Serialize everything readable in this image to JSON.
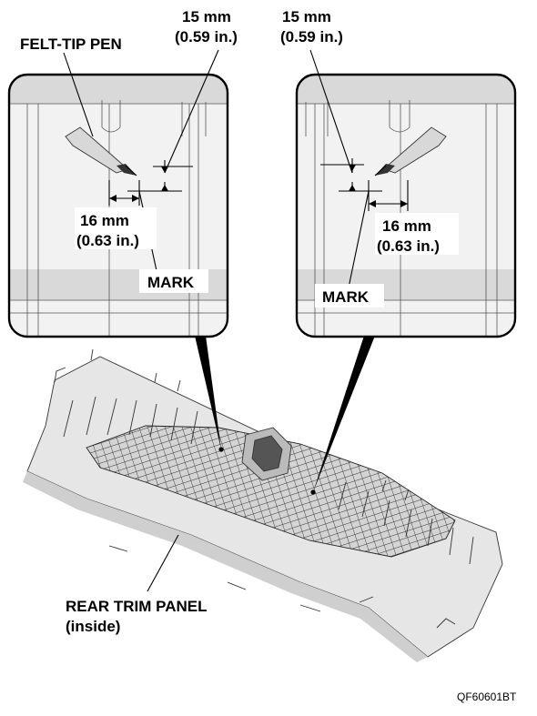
{
  "labels": {
    "felt_tip_pen": "FELT-TIP PEN",
    "left_dim_v_mm": "15 mm",
    "left_dim_v_in": "(0.59 in.)",
    "right_dim_v_mm": "15 mm",
    "right_dim_v_in": "(0.59 in.)",
    "left_dim_h_mm": "16 mm",
    "left_dim_h_in": "(0.63 in.)",
    "right_dim_h_mm": "16 mm",
    "right_dim_h_in": "(0.63 in.)",
    "left_mark": "MARK",
    "right_mark": "MARK",
    "panel_line1": "REAR TRIM PANEL",
    "panel_line2": "(inside)",
    "figure_code": "QF60601BT"
  },
  "colors": {
    "panel_fill": "#e6e6e6",
    "panel_shade": "#cfcfcf",
    "inset_fill": "#f2f2f2",
    "inset_band": "#d9d9d9",
    "pen_fill": "#d8d8d8"
  }
}
